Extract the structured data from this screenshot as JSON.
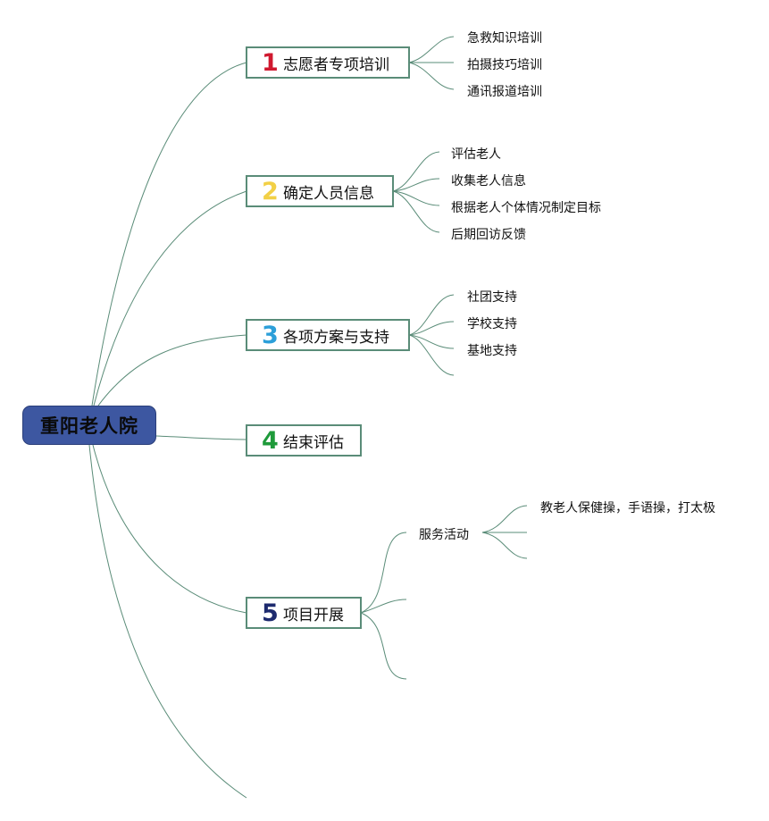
{
  "root": {
    "label": "重阳老人院",
    "color": "#3d57a1"
  },
  "branches": [
    {
      "num": "1",
      "label": "志愿者专项培训",
      "num_color": "#d0192f",
      "children": [
        "急救知识培训",
        "拍摄技巧培训",
        "通讯报道培训"
      ]
    },
    {
      "num": "2",
      "label": "确定人员信息",
      "num_color": "#f2d046",
      "children": [
        "评估老人",
        "收集老人信息",
        "根据老人个体情况制定目标",
        "后期回访反馈"
      ]
    },
    {
      "num": "3",
      "label": "各项方案与支持",
      "num_color": "#2c9fd9",
      "children": [
        "社团支持",
        "学校支持",
        "基地支持"
      ]
    },
    {
      "num": "4",
      "label": "结束评估",
      "num_color": "#1e9a3a",
      "children": []
    },
    {
      "num": "5",
      "label": "项目开展",
      "num_color": "#1d2a6e",
      "children": [
        "服务活动"
      ],
      "grandchildren": [
        "教老人保健操，手语操，打太极"
      ]
    }
  ],
  "line_color": "#5a8c78"
}
